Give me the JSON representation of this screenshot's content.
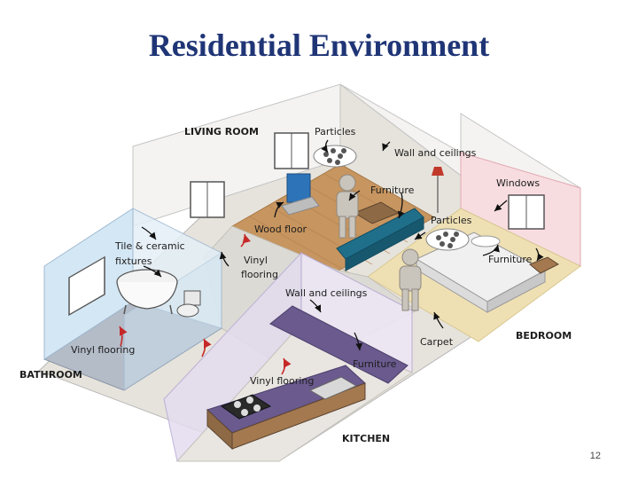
{
  "slide": {
    "title": "Residential Environment",
    "page_number": "12"
  },
  "rooms": {
    "living_room": "LIVING ROOM",
    "bathroom": "BATHROOM",
    "bedroom": "BEDROOM",
    "kitchen": "KITCHEN"
  },
  "labels": {
    "particles_living": "Particles",
    "wall_ceilings_living": "Wall and ceilings",
    "furniture_living": "Furniture",
    "wood_floor": "Wood floor",
    "windows": "Windows",
    "particles_bedroom": "Particles",
    "furniture_bedroom": "Furniture",
    "tile_line1": "Tile & ceramic",
    "tile_line2": "fixtures",
    "vinyl_hall_line1": "Vinyl",
    "vinyl_hall_line2": "flooring",
    "wall_ceilings_kitchen": "Wall and ceilings",
    "carpet": "Carpet",
    "furniture_kitchen": "Furniture",
    "vinyl_bathroom": "Vinyl flooring",
    "vinyl_kitchen": "Vinyl flooring"
  },
  "colors": {
    "title": "#1f3576",
    "wood_floor": "#c7955f",
    "carpet": "#efe0b4",
    "bath_floor": "#b4bcc8",
    "bath_wall": "#d4e7f4",
    "bedroom_wall": "#f8dde0",
    "kitchen_wall": "#e3dcef",
    "counter": "#6a5a8e",
    "sofa": "#1f6f8b",
    "person": "#c9c4bc",
    "arrow_red": "#c62828"
  }
}
